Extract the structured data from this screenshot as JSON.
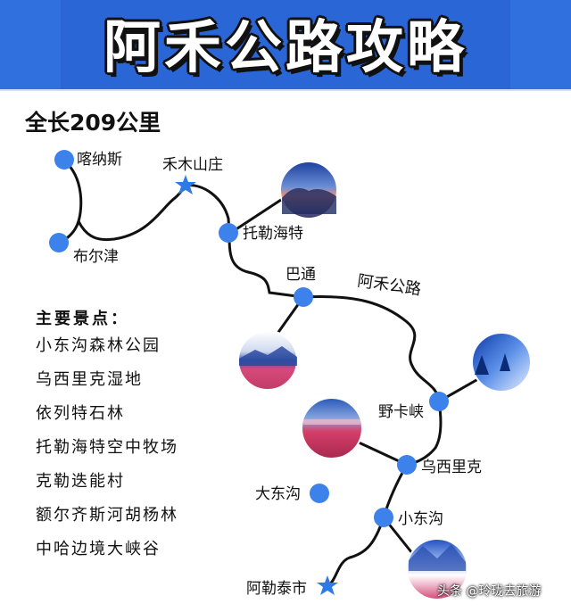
{
  "title": "阿禾公路攻略",
  "total_length": "全长209公里",
  "road_label": "阿禾公路",
  "places": {
    "kanas": "喀纳斯",
    "burqin": "布尔津",
    "hemu": "禾木山庄",
    "tuolehaite": "托勒海特",
    "batong": "巴通",
    "yekaxia": "野卡峡",
    "wuxilike": "乌西里克",
    "dadonggou": "大东沟",
    "xiaodonggou": "小东沟",
    "altay": "阿勒泰市"
  },
  "attractions": {
    "title": "主要景点：",
    "items": [
      "小东沟森林公园",
      "乌西里克湿地",
      "依列特石林",
      "托勒海特空中牧场",
      "克勒迭能村",
      "额尔齐斯河胡杨林",
      "中哈边境大峡谷"
    ]
  },
  "watermark": "头条 @玲珑去旅游",
  "colors": {
    "banner": "#2f6fde",
    "node": "#3d82ea",
    "route": "#111111",
    "star": "#2f7be6"
  }
}
